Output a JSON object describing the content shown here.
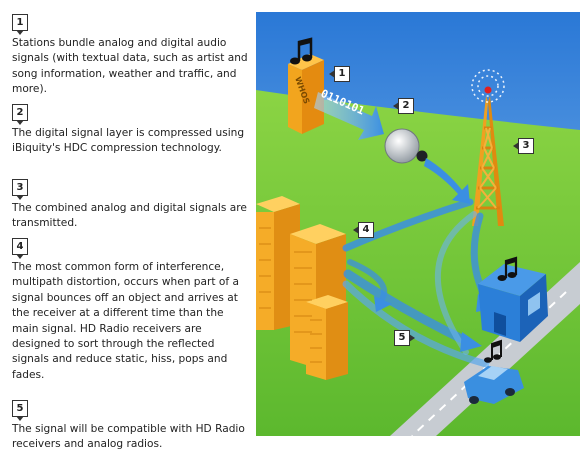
{
  "steps": [
    {
      "number": "1",
      "text": "Stations bundle analog and digital audio signals (with textual data, such as artist and song information, weather and traffic, and more)."
    },
    {
      "number": "2",
      "text": "The digital signal layer is compressed using iBiquity's HDC compression technology."
    },
    {
      "number": "3",
      "text": "The combined analog and digital signals are transmitted."
    },
    {
      "number": "4",
      "text": "The most common form of interference, multipath distortion, occurs when part of a signal bounces off an object and arrives at the receiver at a different time than the main signal. HD Radio receivers are designed to sort through the reflected signals and reduce static, hiss, pops and fades."
    },
    {
      "number": "5",
      "text": "The signal will be compatible with HD Radio receivers and analog radios."
    }
  ],
  "diagram": {
    "station_sign": "WHOS",
    "binary_stream": "0110101",
    "callouts": [
      "1",
      "2",
      "3",
      "4",
      "5"
    ]
  },
  "colors": {
    "sky": "#2f7fd9",
    "grass": "#7fcd3a",
    "tower": "#f0a020",
    "signal_arrow": "#4a9ce6",
    "road": "#c7ccd2",
    "house": "#2b7fd8",
    "car": "#3a8fe0"
  }
}
